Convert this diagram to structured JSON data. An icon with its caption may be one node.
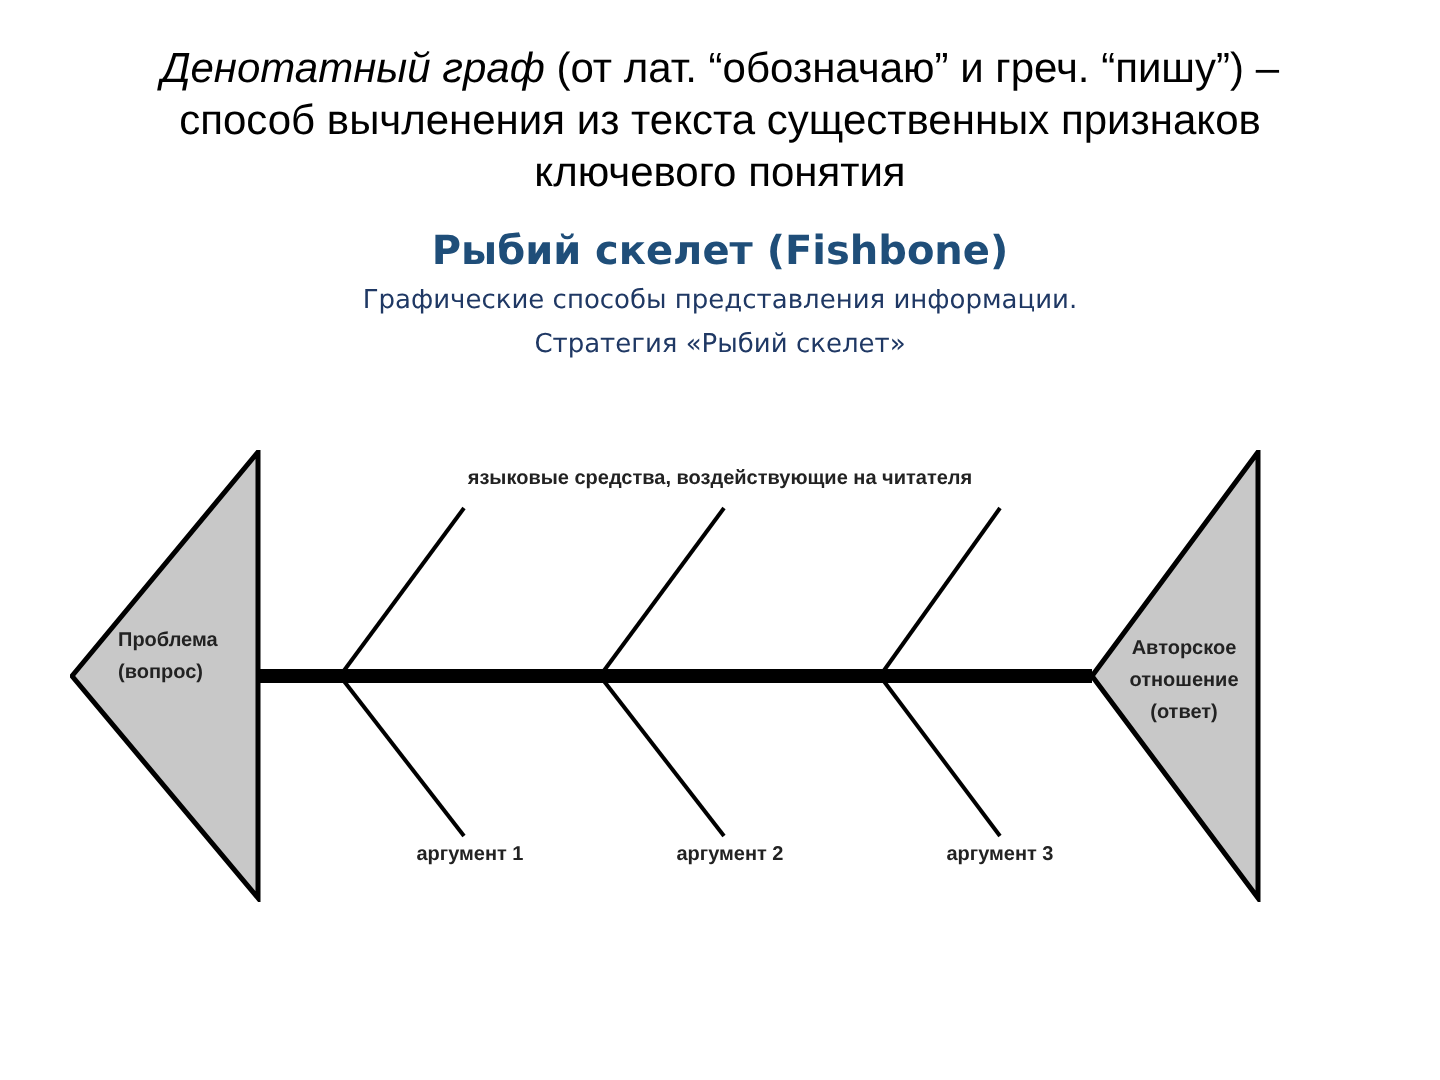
{
  "diagram": {
    "title": "*Денотатный граф* (от лат. “обозначаю” и греч. “пишу”) – способ вычленения из текста существенных признаков ключевого понятия",
    "nodes": [
      {
        "text": [
          "Проблема (вопрос)"
        ]
      },
      {
        "text": [
          "Авторское отношение (ответ)"
        ]
      },
      {
        "text": [
          "языковые средства, воздействующие на читателя"
        ]
      },
      {
        "text": [
          "аргумент 1"
        ]
      },
      {
        "text": [
          "аргумент 2"
        ]
      },
      {
        "text": [
          "аргумент 3"
        ]
      }
    ],
    "edges": [
      {
        "from": 0,
        "to": 1,
        "arrow": "none",
        "style": "thick"
      },
      {
        "from": null,
        "to": 2,
        "arrow": "none"
      },
      {
        "from": null,
        "to": 2,
        "arrow": "none"
      },
      {
        "from": null,
        "to": 2,
        "arrow": "none"
      },
      {
        "from": null,
        "to": 3,
        "arrow": "none"
      },
      {
        "from": null,
        "to": 4,
        "arrow": "none"
      },
      {
        "from": null,
        "to": 5,
        "arrow": "none"
      }
    ],
    "labels": [
      "Рыбий скелет (Fishbone)",
      "Графические способы представления информации.",
      "Стратегия «Рыбий скелет»"
    ]
  }
}
